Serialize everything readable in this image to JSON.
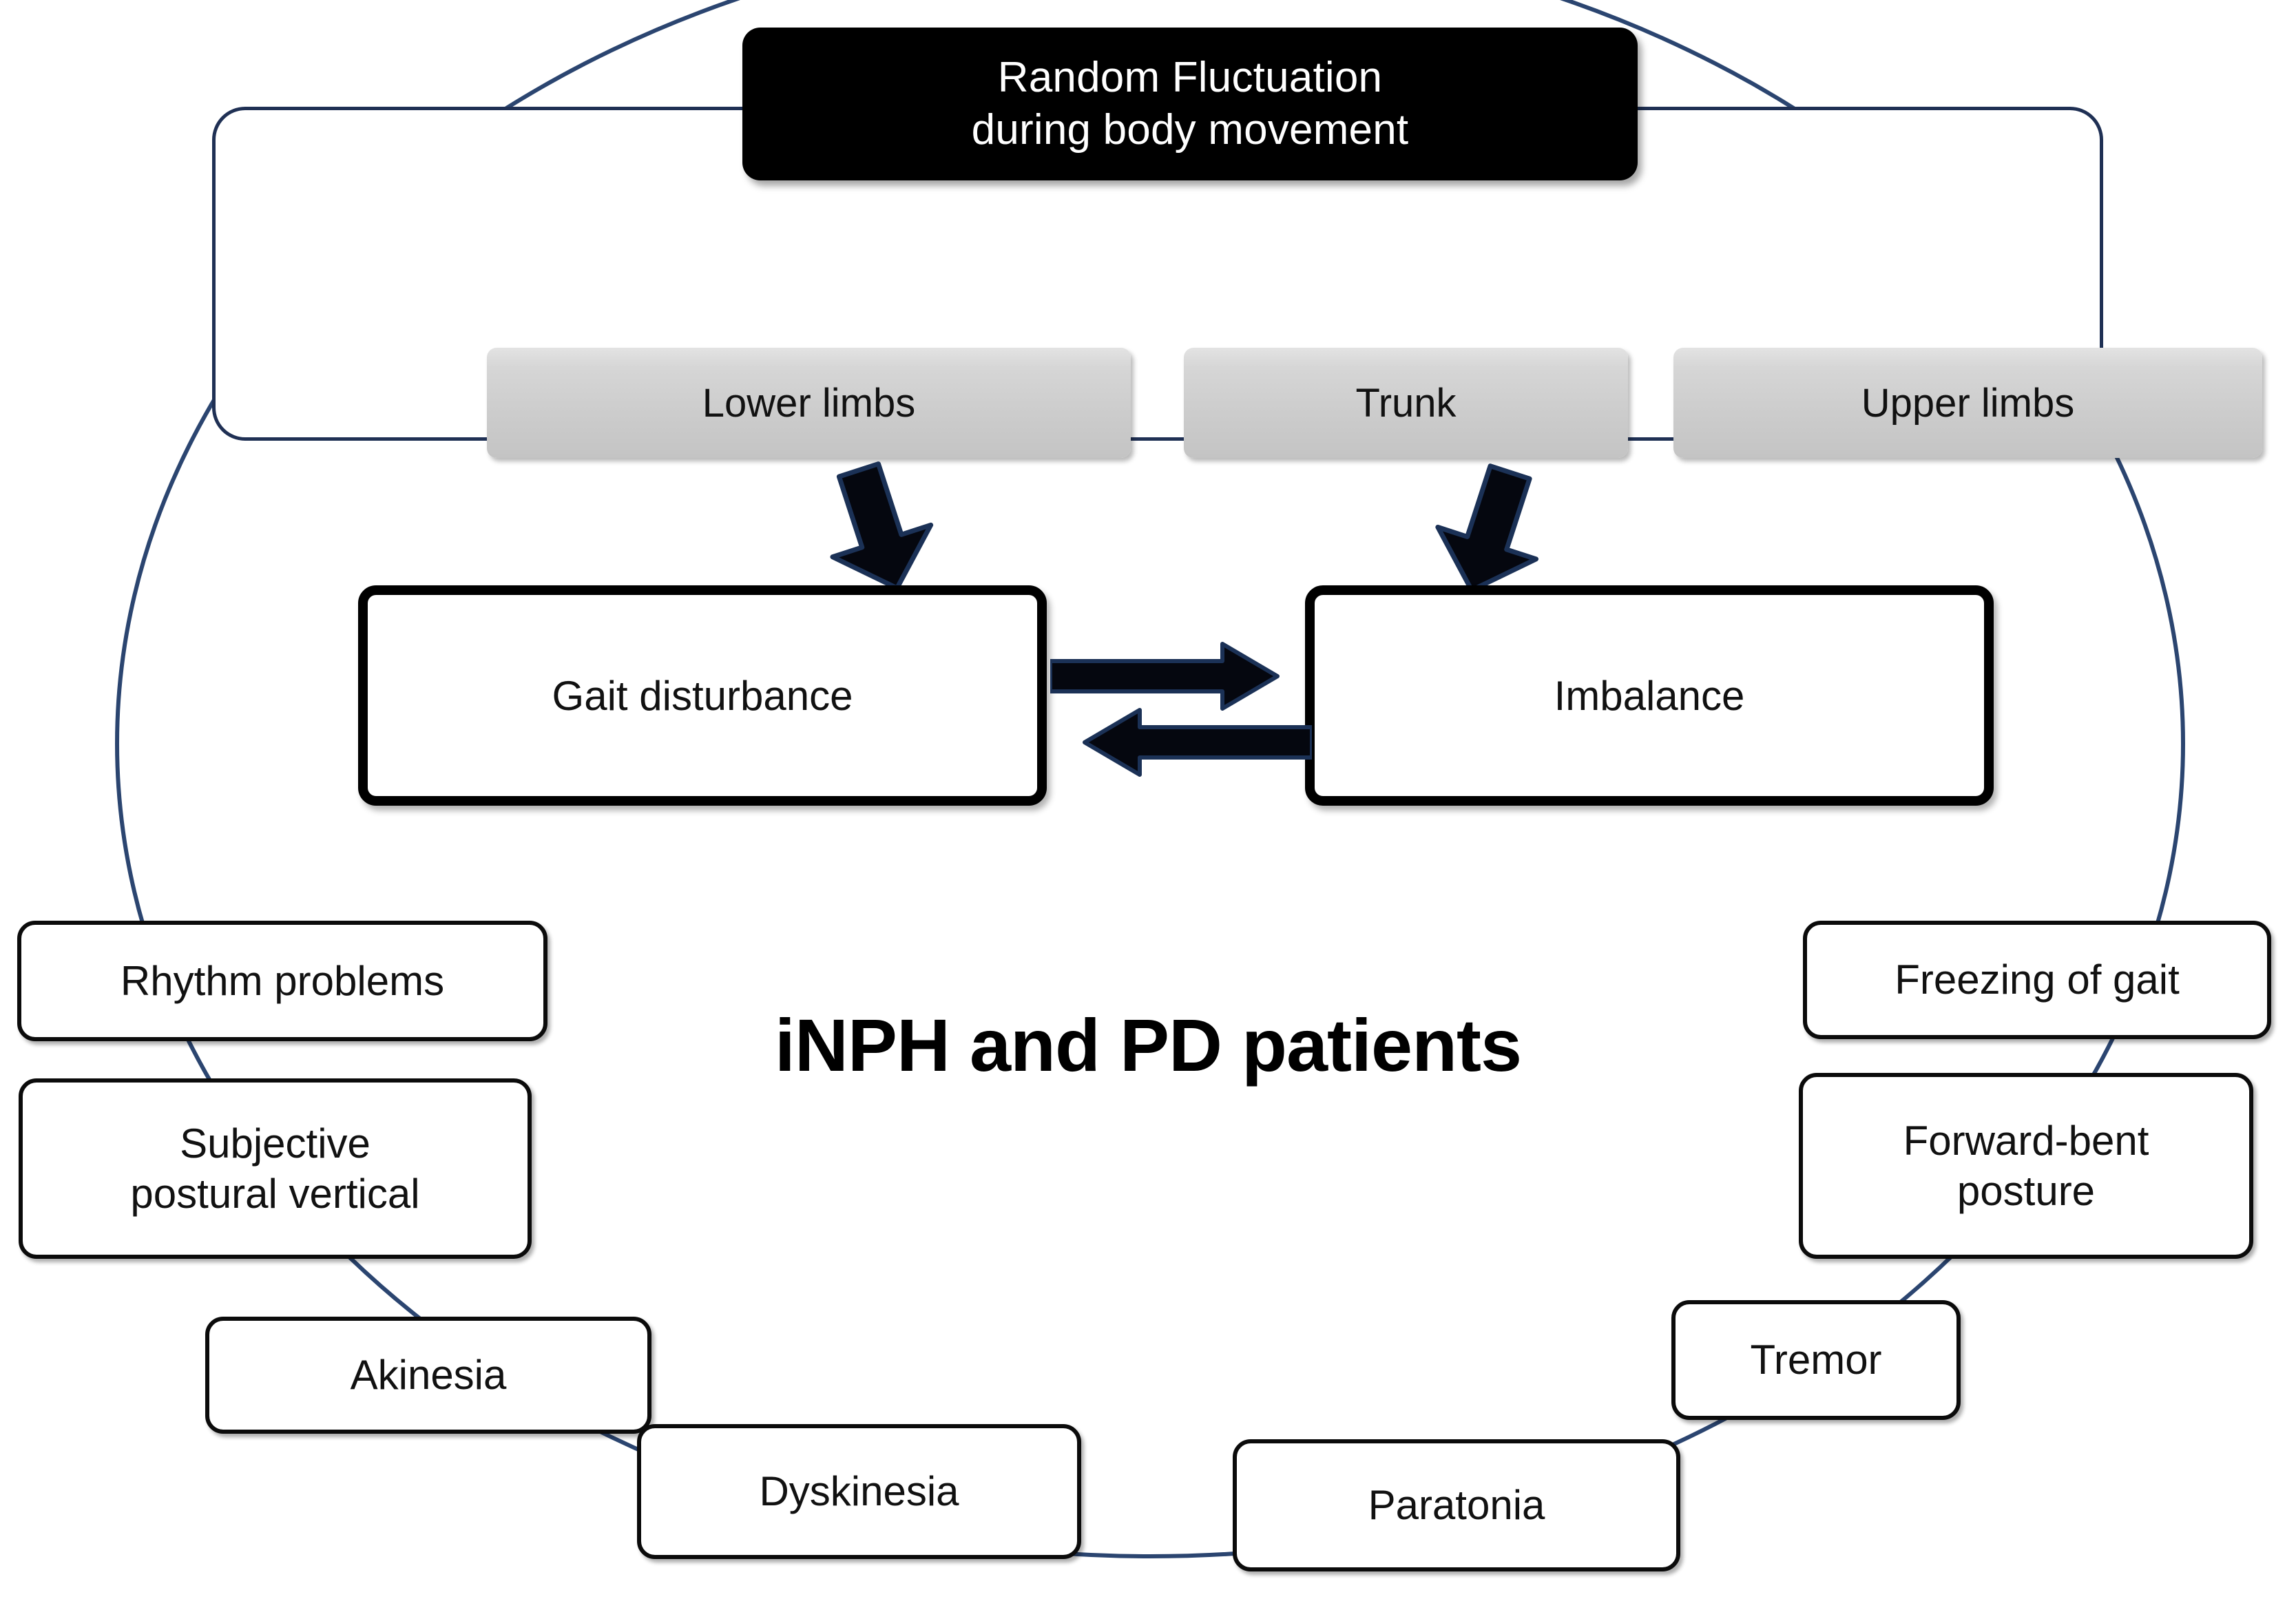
{
  "header": {
    "line1": "Random Fluctuation",
    "line2": "during body movement"
  },
  "body_regions": [
    {
      "label": "Lower limbs"
    },
    {
      "label": "Trunk"
    },
    {
      "label": "Upper limbs"
    }
  ],
  "core": {
    "left_label": "Gait disturbance",
    "right_label": "Imbalance"
  },
  "centre_title": "iNPH and PD patients",
  "symptoms": {
    "rhythm": "Rhythm problems",
    "spv_line1": "Subjective",
    "spv_line2": "postural vertical",
    "akinesia": "Akinesia",
    "dyskinesia": "Dyskinesia",
    "paratonia": "Paratonia",
    "tremor": "Tremor",
    "forward_line1": "Forward-bent",
    "forward_line2": "posture",
    "freezing": "Freezing of gait"
  },
  "colors": {
    "container_border": "#1f3054",
    "ellipse_stroke": "#2b4570",
    "header_bg": "#000000",
    "header_text": "#ffffff",
    "grey_box_fill": "#cccccc",
    "box_border": "#000000",
    "page_bg": "#ffffff"
  }
}
